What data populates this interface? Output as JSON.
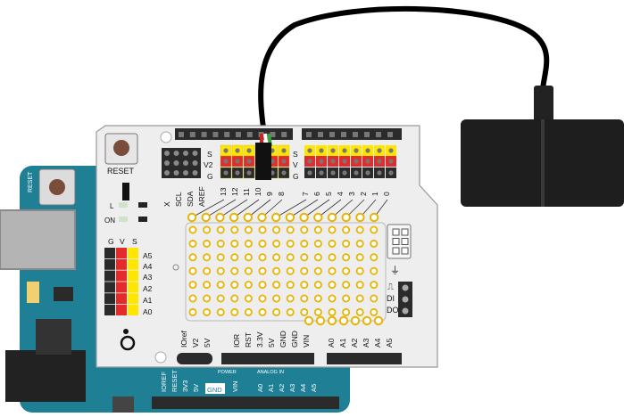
{
  "shield": {
    "reset_label": "RESET",
    "led_l_label": "L",
    "led_on_label": "ON",
    "gvs_header": [
      "G",
      "V",
      "S"
    ],
    "left_analog_labels": [
      "A5",
      "A4",
      "A3",
      "A2",
      "A1",
      "A0"
    ],
    "top_row_labels": [
      "S",
      "V2",
      "G"
    ],
    "top_right_row_labels": [
      "S",
      "V",
      "G"
    ],
    "i2c_labels": [
      "X",
      "SCL",
      "SDA",
      "AREF"
    ],
    "digital_labels": [
      "13",
      "12",
      "11",
      "10",
      "9",
      "8",
      "7",
      "6",
      "5",
      "4",
      "3",
      "2",
      "1",
      "0"
    ],
    "power_labels": [
      "IOref",
      "V2",
      "5V",
      "IOR",
      "RST",
      "3.3V",
      "5V",
      "GND",
      "GND",
      "VIN"
    ],
    "analog_bottom_labels": [
      "A0",
      "A1",
      "A2",
      "A3",
      "A4",
      "A5"
    ],
    "sensor_pin_labels": [
      "DI",
      "DO"
    ],
    "ground_symbol": "⏚",
    "pulse_symbol": "⎍"
  },
  "arduino": {
    "side_labels": [
      "IOREF",
      "RESET",
      "3V3",
      "5V",
      "GND",
      "VIN"
    ],
    "analog_labels": [
      "A0",
      "A1",
      "A2",
      "A3",
      "A4",
      "A5"
    ],
    "reset_label": "RESET",
    "power_label": "POWER",
    "analog_in_label": "ANALOG IN"
  },
  "colors": {
    "board_teal": "#1f7f95",
    "shield_gray": "#eeeeee",
    "header_black": "#2b2b2b",
    "pin_yellow": "#ffe600",
    "pin_red": "#e32b2b",
    "proto_pad": "#e8b400",
    "sensor_body": "#1e1e1e",
    "cable_black": "#000000",
    "wire_red": "#d82020",
    "wire_white": "#ffffff",
    "wire_green": "#3aa33a"
  }
}
